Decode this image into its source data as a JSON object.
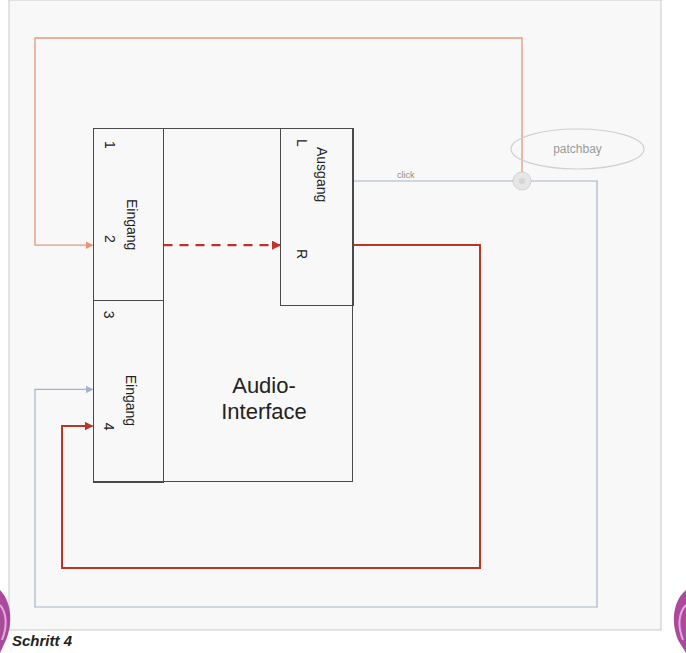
{
  "diagram": {
    "caption": "Schritt 4",
    "nodes": [
      {
        "text": [
          "Audio-Interface"
        ]
      },
      {
        "text": [
          "1",
          "2",
          "Eingang"
        ],
        "in": 0
      },
      {
        "text": [
          "L",
          "R",
          "Ausgang"
        ],
        "in": 0
      },
      {
        "text": [
          "3",
          "4",
          "Eingang"
        ],
        "in": 0
      },
      {
        "text": [
          "patchbay"
        ]
      }
    ],
    "edges": [
      {
        "from": 4,
        "to": 1,
        "arrow": "to"
      },
      {
        "from": 1,
        "to": 2,
        "arrow": "to"
      },
      {
        "from": 2,
        "to": 3,
        "arrow": "to"
      },
      {
        "from": 2,
        "to": 4,
        "label": "click",
        "arrow": "none"
      },
      {
        "from": 4,
        "to": 3,
        "arrow": "to"
      }
    ]
  }
}
